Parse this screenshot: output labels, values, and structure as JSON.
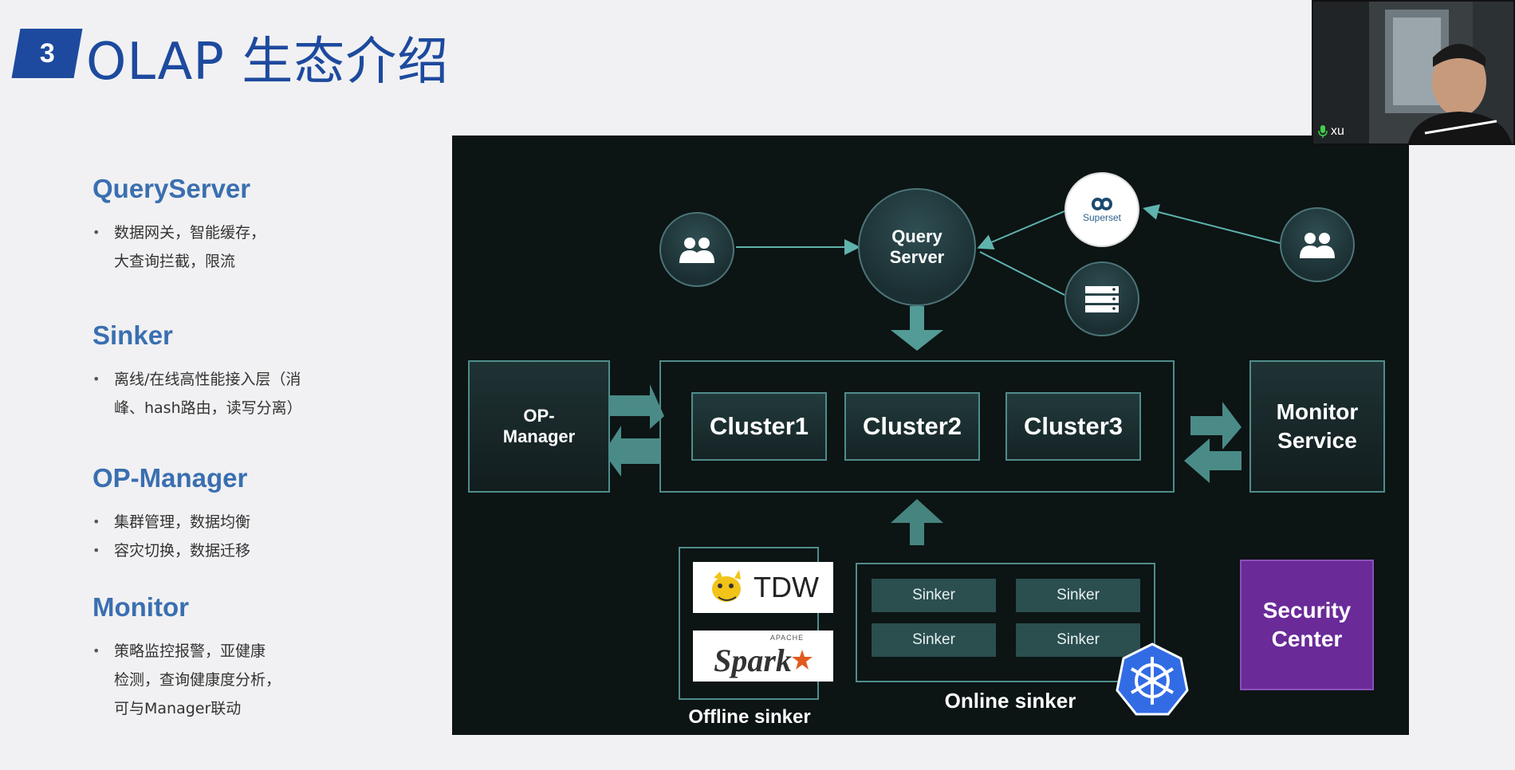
{
  "slide": {
    "number": "3",
    "title": "OLAP 生态介绍"
  },
  "sections": [
    {
      "heading": "QueryServer",
      "bullets": [
        "数据网关，智能缓存，\n大查询拦截，限流"
      ]
    },
    {
      "heading": "Sinker",
      "bullets": [
        "离线/在线高性能接入层（消\n峰、hash路由，读写分离）"
      ]
    },
    {
      "heading": "OP-Manager",
      "bullets": [
        "集群管理，数据均衡",
        "容灾切换，数据迁移"
      ]
    },
    {
      "heading": "Monitor",
      "bullets": [
        "策略监控报警，亚健康\n检测，查询健康度分析，\n可与Manager联动"
      ]
    }
  ],
  "diagram": {
    "query_server": "Query\nServer",
    "superset": "Superset",
    "op_manager": "OP-\nManager",
    "clusters": [
      "Cluster1",
      "Cluster2",
      "Cluster3"
    ],
    "monitor_service": "Monitor\nService",
    "tdw": "TDW",
    "spark": "Spark",
    "apache": "APACHE",
    "offline_sinker": "Offline sinker",
    "online_sinker": "Online sinker",
    "sinkers": [
      "Sinker",
      "Sinker",
      "Sinker",
      "Sinker"
    ],
    "security_center": "Security\nCenter",
    "colors": {
      "teal": "#5fb3ad",
      "security": "#6a2a98",
      "accent_blue": "#1d4a9e"
    }
  },
  "webcam": {
    "participant_name": "xu",
    "mic_icon": "mic-icon"
  }
}
